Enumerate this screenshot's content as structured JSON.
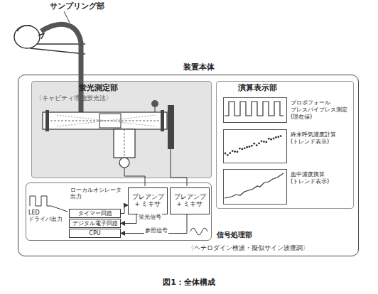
{
  "diagram": {
    "caption": "図1：全体構成",
    "nodes": [
      {
        "text": [
          "装置本体"
        ]
      },
      {
        "text": [
          "蛍光測定部",
          "〈キャビティ増強蛍光法〉"
        ],
        "in": 0
      },
      {
        "text": [
          "演算表示部"
        ],
        "in": 0
      },
      {
        "text": [
          "プロポフォール ブレスバイブレス測定 (現在値)"
        ],
        "in": 2
      },
      {
        "text": [
          "終末呼気濃度計算 (トレンド表示)"
        ],
        "in": 2
      },
      {
        "text": [
          "血中濃度換算 (トレンド表示)"
        ],
        "in": 2
      },
      {
        "text": [
          "信号処理部",
          "〈ヘテロダイン検波・擬似サイン波復調〉"
        ],
        "in": 0
      },
      {
        "text": [
          "プレアンプ + ミキサ"
        ],
        "in": 6
      },
      {
        "text": [
          "プレアンプ + ミキサ"
        ],
        "in": 6
      },
      {
        "text": [
          "タイマー回路"
        ],
        "in": 6
      },
      {
        "text": [
          "デジタル電子回路"
        ],
        "in": 6
      },
      {
        "text": [
          "CPU"
        ],
        "in": 6
      }
    ],
    "edges": [
      {
        "from": 9,
        "to": 7,
        "arrow": "to"
      },
      {
        "from": 7,
        "to": 10,
        "label": "蛍光信号",
        "arrow": "to"
      },
      {
        "from": 8,
        "to": 11,
        "label": "参照信号",
        "arrow": "to"
      }
    ],
    "labels": [
      "サンプリング部",
      "ローカルオシレータ 出力",
      "LED ドライバ出力"
    ]
  }
}
